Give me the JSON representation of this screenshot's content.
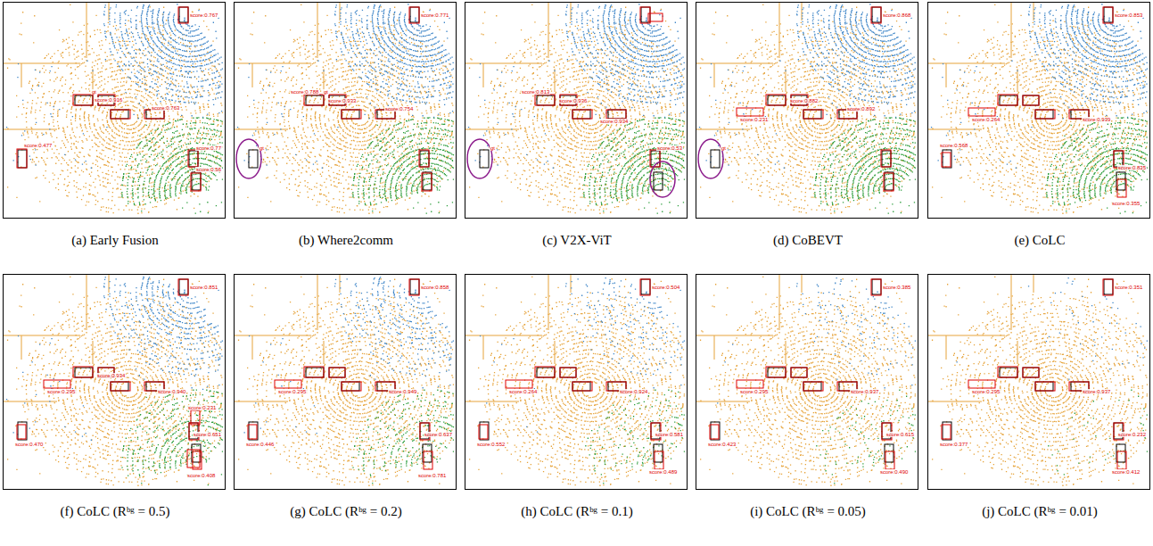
{
  "diagram": {
    "nodes": [
      {
        "text": [
          "(a) Early Fusion",
          "gt",
          "score:0.916",
          "score:0.763",
          "score:0.477",
          "score:0.767",
          "score:0.77",
          "score:0.56"
        ]
      },
      {
        "text": [
          "(b) Where2comm",
          "score:0.788",
          "gt",
          "score:0.933",
          "score:0.754",
          "score:0.771",
          "gt"
        ]
      },
      {
        "text": [
          "(c) V2X-ViT",
          "score:0.813",
          "score:0.936",
          "score:0.934",
          "score:0.53",
          "gt"
        ]
      },
      {
        "text": [
          "(d) CoBEVT",
          "score:0.231",
          "score:0.882",
          "score:0.892",
          "score:0.868",
          "gt"
        ]
      },
      {
        "text": [
          "(e) CoLC",
          "score:0.853",
          "score:0.264",
          "score:0.939",
          "score:0.568",
          "score:0.835",
          "score:0.355"
        ]
      },
      {
        "text": [
          "(f) CoLC (Rᵇᵍ = 0.5)",
          "score:0.851",
          "score:0.295",
          "score:0.934",
          "score:0.940",
          "score:0.470",
          "score:0.231",
          "score:0.651",
          "score:0.408"
        ]
      },
      {
        "text": [
          "(g) CoLC (Rᵇᵍ = 0.2)",
          "score:0.858",
          "score:0.295",
          "score:0.949",
          "score:0.446",
          "score:0.637",
          "score:0.781"
        ]
      },
      {
        "text": [
          "(h) CoLC (Rᵇᵍ = 0.1)",
          "score:0.504",
          "score:0.264",
          "score:0.924",
          "score:0.552",
          "score:0.581",
          "score:0.489"
        ]
      },
      {
        "text": [
          "(i) CoLC (Rᵇᵍ = 0.05)",
          "score:0.385",
          "score:0.295",
          "score:0.937",
          "score:0.423",
          "score:0.615",
          "score:0.490"
        ]
      },
      {
        "text": [
          "(j) CoLC (Rᵇᵍ = 0.01)",
          "score:0.351",
          "score:0.295",
          "score:0.937",
          "score:0.377",
          "score:0.232",
          "score:0.412"
        ]
      }
    ]
  }
}
